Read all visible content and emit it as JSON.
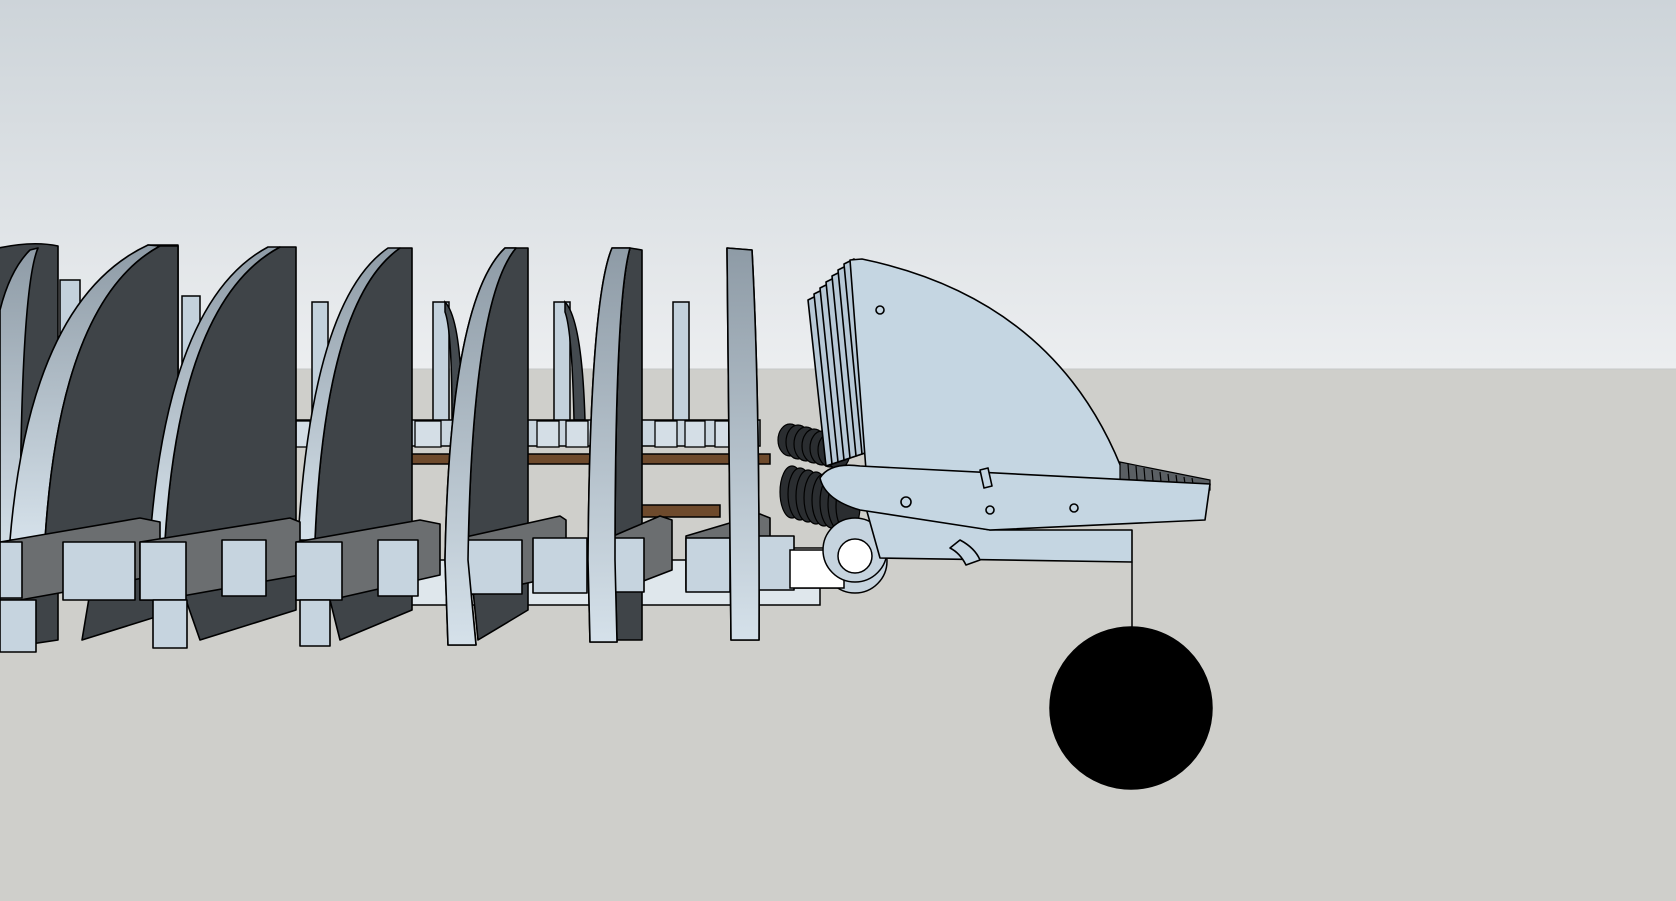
{
  "app": {
    "type": "3d-modeling-viewport",
    "render_style": "shaded-with-edges"
  },
  "scene": {
    "sky_color": "#d6dde2",
    "horizon_color": "#e8ebed",
    "ground_color": "#cfcfcb",
    "front_face_color": "#b7c8d6",
    "back_face_color": "#3f4448",
    "edge_color": "#000000",
    "wood_color": "#6e4a2c",
    "weight_color": "#000000"
  },
  "objects": {
    "paddle_count": 7,
    "blade_count": 8,
    "weight_shape": "sphere-icon"
  }
}
